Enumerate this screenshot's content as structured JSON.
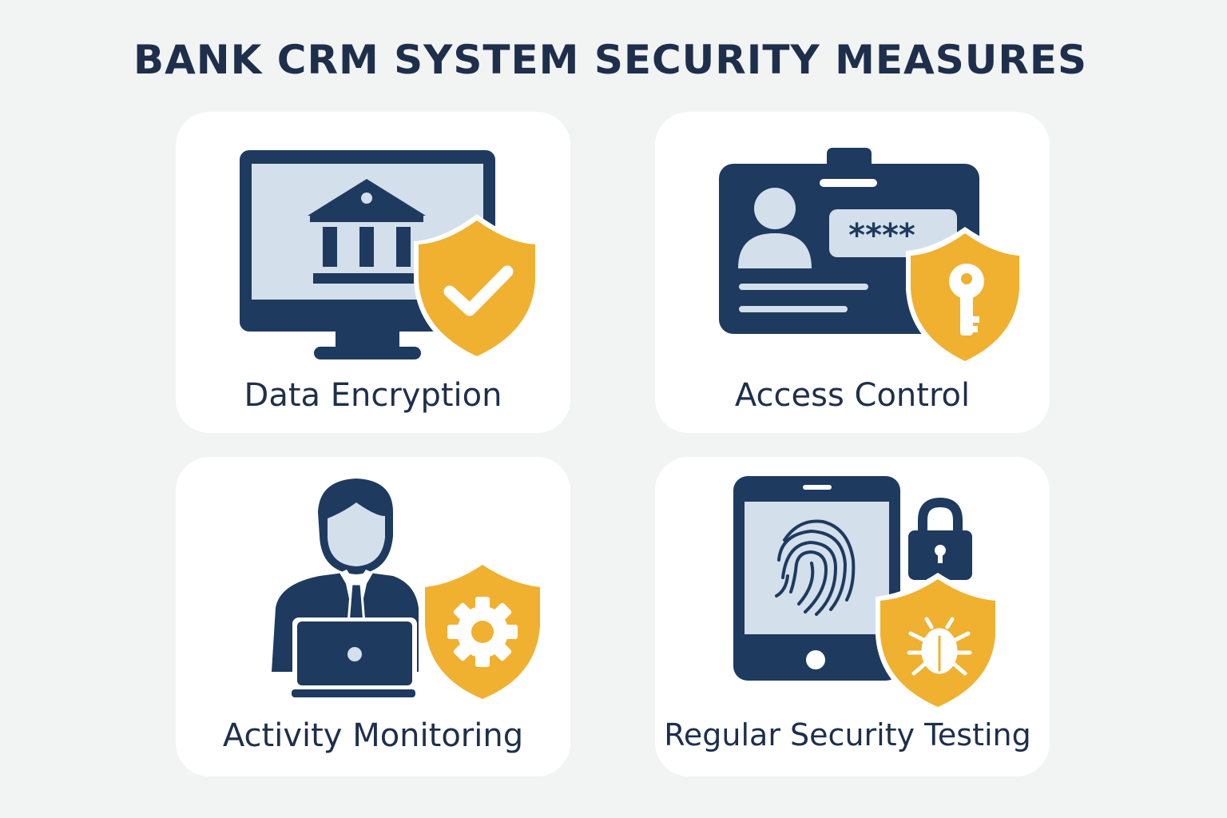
{
  "title": "BANK CRM SYSTEM SECURITY MEASURES",
  "cards": [
    {
      "label": "Data Encryption",
      "icon": "monitor-bank-shield-check"
    },
    {
      "label": "Access Control",
      "icon": "id-badge-password-shield-key",
      "password_mask": "****"
    },
    {
      "label": "Activity Monitoring",
      "icon": "person-laptop-shield-gear"
    },
    {
      "label": "Regular Security Testing",
      "icon": "tablet-fingerprint-lock-shield-bug"
    }
  ],
  "colors": {
    "navy": "#1e3a5f",
    "yellow": "#f0b030",
    "light_blue": "#d3e0ec",
    "background": "#f2f3f3"
  }
}
